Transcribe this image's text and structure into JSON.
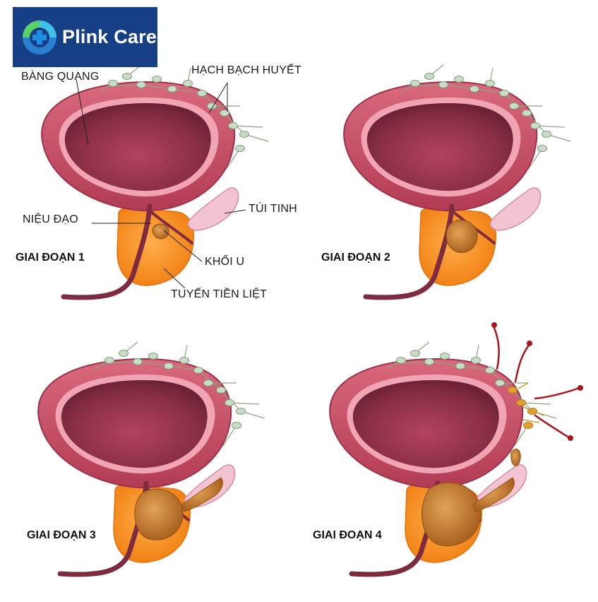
{
  "brand": {
    "name": "Plink Care"
  },
  "labels": {
    "bladder": "BÀNG QUANG",
    "lymph_nodes": "HẠCH BẠCH HUYẾT",
    "urethra": "NIỆU ĐẠO",
    "seminal_vesicle": "TÚI TINH",
    "tumor": "KHỐI U",
    "prostate": "TUYẾN TIỀN LIỆT"
  },
  "stages": [
    {
      "label": "GIAI ĐOẠN 1",
      "tumor_size": 1,
      "metastasis": false
    },
    {
      "label": "GIAI ĐOẠN 2",
      "tumor_size": 2,
      "metastasis": false
    },
    {
      "label": "GIAI ĐOẠN 3",
      "tumor_size": 3,
      "metastasis": false
    },
    {
      "label": "GIAI ĐOẠN 4",
      "tumor_size": 4,
      "metastasis": true
    }
  ],
  "colors": {
    "brand_bg": "#163f86",
    "bladder_outer": "#c44d63",
    "bladder_inner": "#7e2a3f",
    "prostate": "#f58a1f",
    "tumor": "#c77b2a",
    "lymph_node": "#c9dcc6",
    "arrow": "#a8161c"
  }
}
